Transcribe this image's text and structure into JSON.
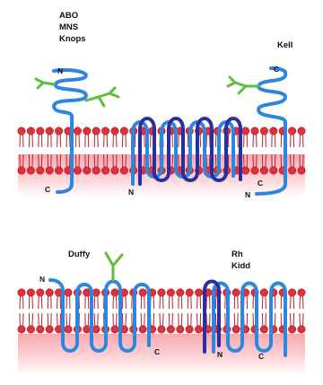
{
  "diagram": {
    "top_panel": {
      "label_group_left": [
        "ABO",
        "MNS",
        "Knops"
      ],
      "label_right": "Kell",
      "termini": [
        "N",
        "C",
        "N",
        "C",
        "N",
        "C"
      ]
    },
    "bottom_panel": {
      "label_left": "Duffy",
      "label_group_right": [
        "Rh",
        "Kidd"
      ],
      "termini": [
        "N",
        "C",
        "N",
        "C"
      ]
    }
  },
  "colors": {
    "protein_light": "#2f86e0",
    "protein_dark": "#2b2f9e",
    "glycan": "#5cc13a",
    "lipid_head": "#e0303a",
    "lipid_tail": "#b8222c",
    "membrane_core": "#f8c4c8"
  }
}
